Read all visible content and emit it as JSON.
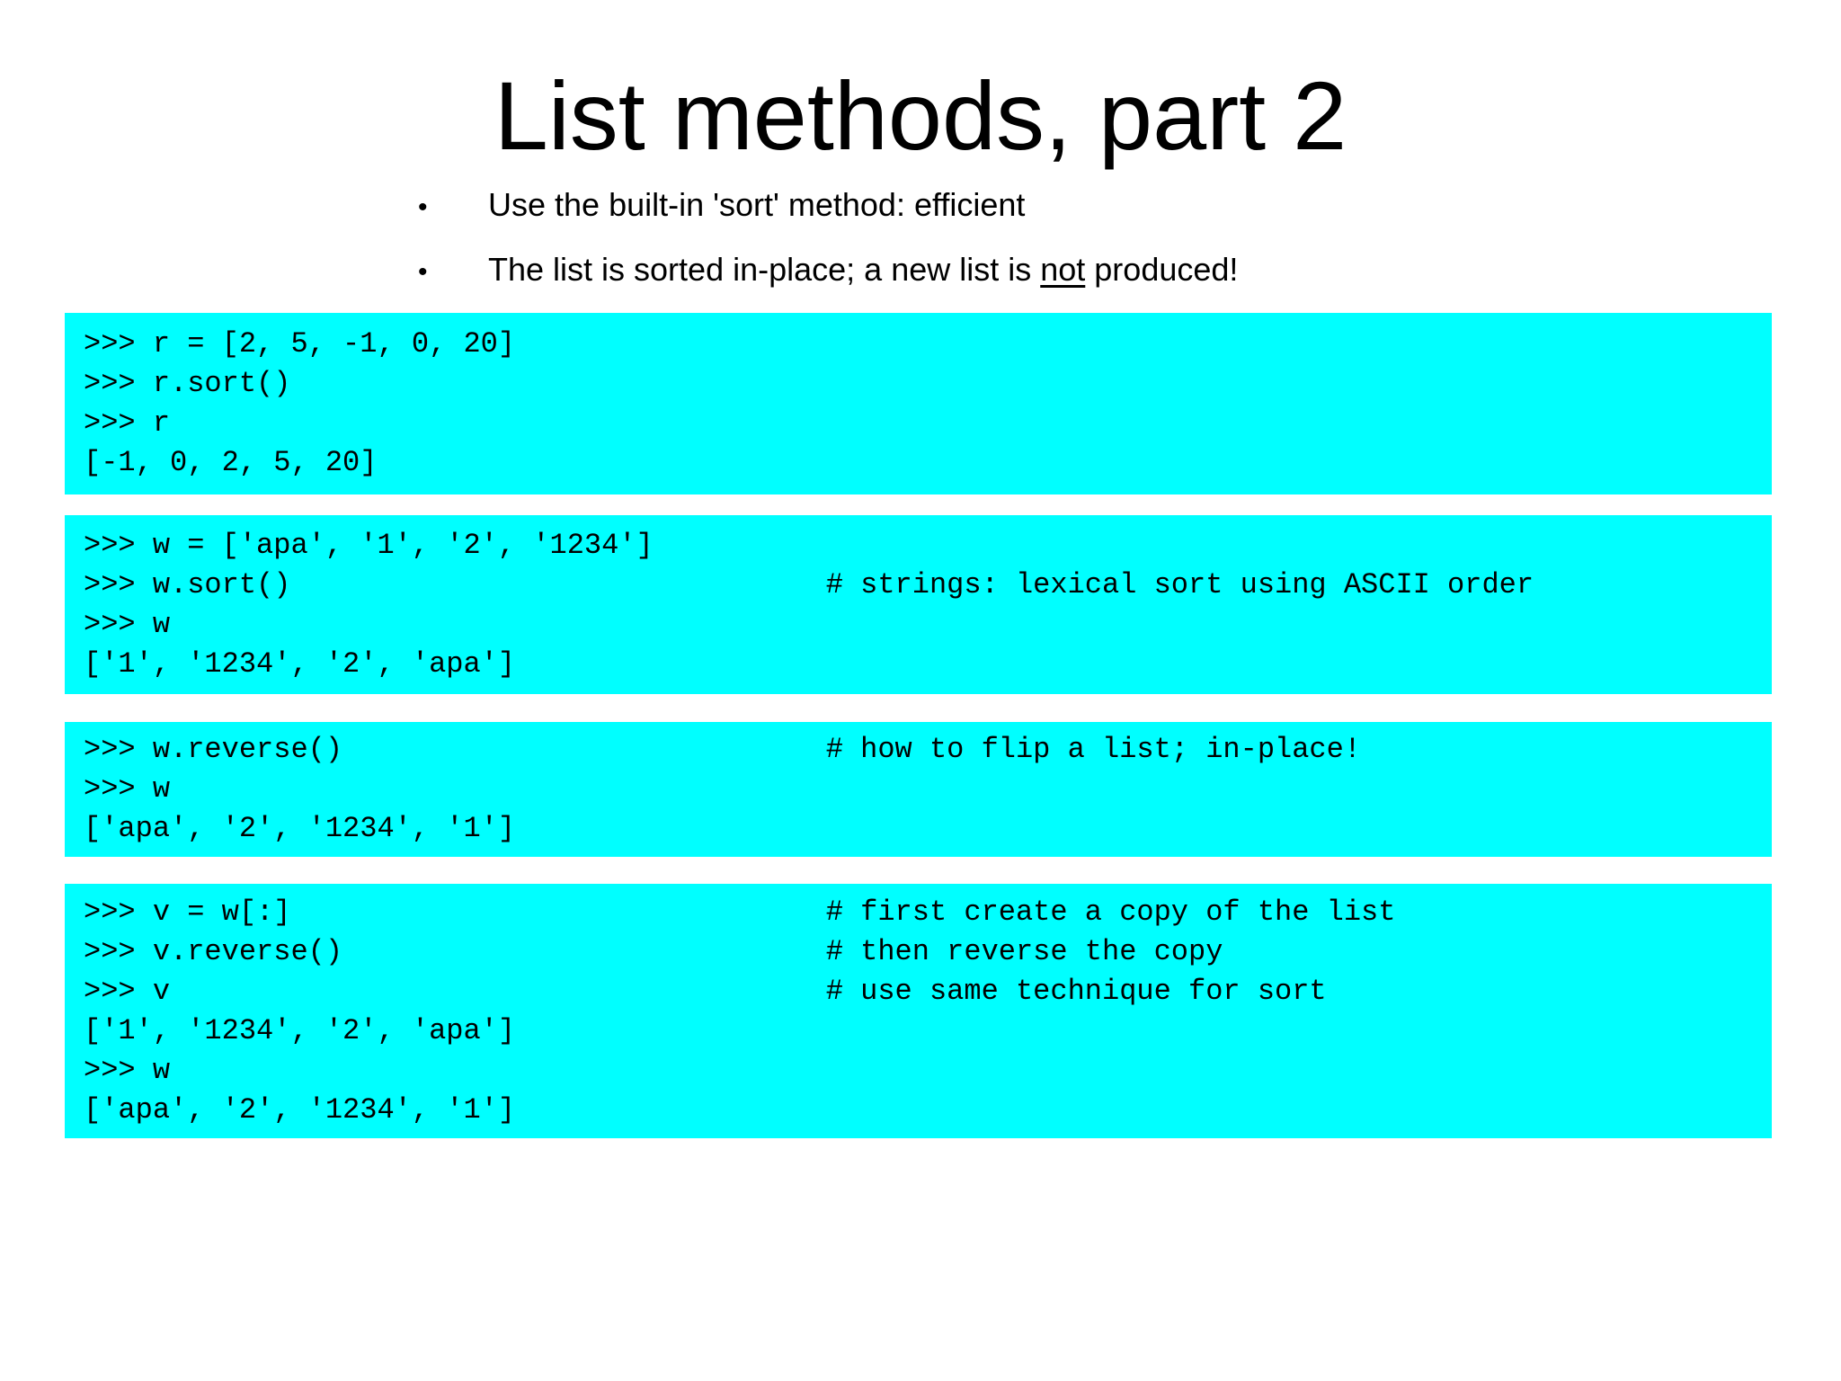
{
  "slide": {
    "title": "List methods, part 2",
    "bullet_marker": "•",
    "bullets": [
      {
        "before": "Use the built-in 'sort' method: efficient",
        "underlined": "",
        "after": ""
      },
      {
        "before": "The list is sorted in-place; a new list is ",
        "underlined": "not",
        "after": " produced!"
      }
    ],
    "colors": {
      "code_background": "#00FFFF",
      "text": "#000000",
      "slide_background": "#FFFFFF"
    },
    "code_blocks": [
      {
        "lines": [
          ">>> r = [2, 5, -1, 0, 20]",
          ">>> r.sort()",
          ">>> r",
          "[-1, 0, 2, 5, 20]"
        ]
      },
      {
        "lines": [
          ">>> w = ['apa', '1', '2', '1234']",
          ">>> w.sort()                               # strings: lexical sort using ASCII order",
          ">>> w",
          "['1', '1234', '2', 'apa']"
        ]
      },
      {
        "lines": [
          ">>> w.reverse()                            # how to flip a list; in-place!",
          ">>> w",
          "['apa', '2', '1234', '1']"
        ]
      },
      {
        "lines": [
          ">>> v = w[:]                               # first create a copy of the list",
          ">>> v.reverse()                            # then reverse the copy",
          ">>> v                                      # use same technique for sort",
          "['1', '1234', '2', 'apa']",
          ">>> w",
          "['apa', '2', '1234', '1']"
        ]
      }
    ]
  }
}
